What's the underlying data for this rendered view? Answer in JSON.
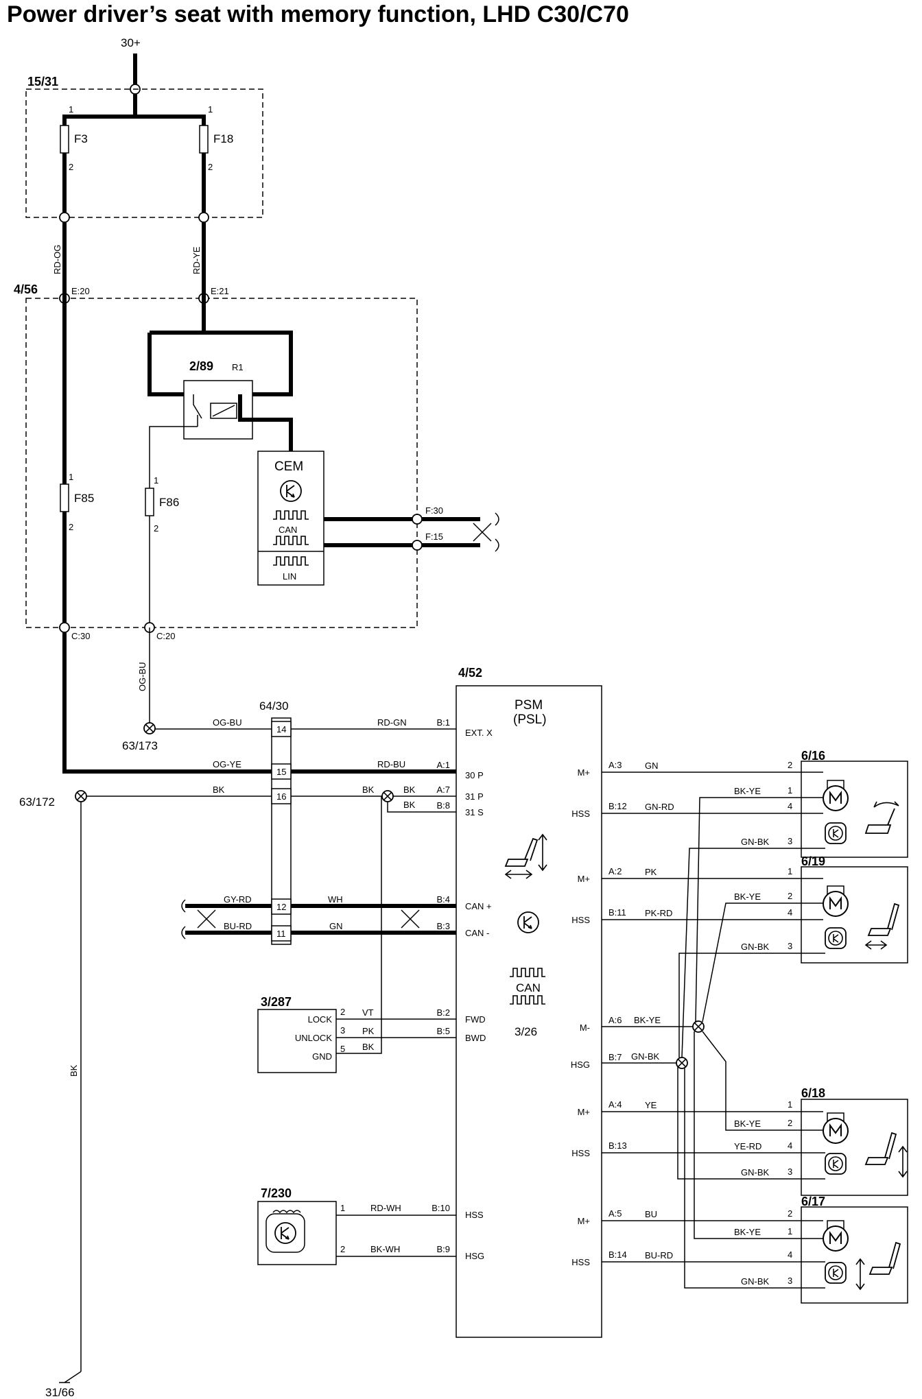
{
  "title": "Power driver’s seat with memory function, LHD C30/C70",
  "supply": "30+",
  "ground": "31/66",
  "fusebox_15_31": {
    "ref": "15/31",
    "fuses": [
      "F3",
      "F18"
    ]
  },
  "cem_4_56": {
    "ref": "4/56",
    "pins": {
      "e20": "E:20",
      "e21": "E:21",
      "c30": "C:30",
      "c20": "C:20",
      "f30": "F:30",
      "f15": "F:15"
    },
    "relay_ref": "2/89",
    "relay": "R1",
    "fuses": [
      "F85",
      "F86"
    ],
    "module": "CEM",
    "bus_can": "CAN",
    "bus_lin": "LIN"
  },
  "wires": {
    "rd_og": "RD-OG",
    "rd_ye": "RD-YE",
    "og_bu": "OG-BU",
    "og_ye": "OG-YE",
    "bk": "BK",
    "rd_gn": "RD-GN",
    "rd_bu": "RD-BU",
    "gy_rd": "GY-RD",
    "wh": "WH",
    "bu_rd": "BU-RD",
    "gn": "GN",
    "vt": "VT",
    "pk": "PK",
    "rd_wh": "RD-WH",
    "bk_wh": "BK-WH",
    "bk_ye": "BK-YE",
    "gn_rd": "GN-RD",
    "gn_bk": "GN-BK",
    "pk_rd": "PK-RD",
    "ye": "YE",
    "ye_rd": "YE-RD",
    "bu": "BU"
  },
  "pin_one": "1",
  "pin_two": "2",
  "ground_points": [
    "63/173",
    "63/172"
  ],
  "connector_64_30": {
    "ref": "64/30",
    "pins": [
      "14",
      "15",
      "16",
      "12",
      "11"
    ]
  },
  "psm": {
    "ref": "4/52",
    "name": "PSM",
    "sub": "(PSL)",
    "id": "3/26",
    "can": "CAN",
    "left_pins": [
      {
        "pin": "B:1",
        "label": "EXT. X"
      },
      {
        "pin": "A:1",
        "label": "30 P"
      },
      {
        "pin": "A:7",
        "label": "31 P"
      },
      {
        "pin": "B:8",
        "label": "31 S"
      },
      {
        "pin": "B:4",
        "label": "CAN +"
      },
      {
        "pin": "B:3",
        "label": "CAN -"
      },
      {
        "pin": "B:2",
        "label": "FWD"
      },
      {
        "pin": "B:5",
        "label": "BWD"
      },
      {
        "pin": "B:10",
        "label": "HSS"
      },
      {
        "pin": "B:9",
        "label": "HSG"
      }
    ],
    "right_pins": [
      {
        "pin": "A:3",
        "label": "M+"
      },
      {
        "pin": "B:12",
        "label": "HSS"
      },
      {
        "pin": "A:2",
        "label": "M+"
      },
      {
        "pin": "B:11",
        "label": "HSS"
      },
      {
        "pin": "A:6",
        "label": "M-"
      },
      {
        "pin": "B:7",
        "label": "HSG"
      },
      {
        "pin": "A:4",
        "label": "M+"
      },
      {
        "pin": "B:13",
        "label": "HSS"
      },
      {
        "pin": "A:5",
        "label": "M+"
      },
      {
        "pin": "B:14",
        "label": "HSS"
      }
    ]
  },
  "switch_3_287": {
    "ref": "3/287",
    "pins": [
      {
        "name": "LOCK",
        "num": "2"
      },
      {
        "name": "UNLOCK",
        "num": "3"
      },
      {
        "name": "GND",
        "num": "5"
      }
    ]
  },
  "sensor_7_230": {
    "ref": "7/230"
  },
  "motors": [
    {
      "ref": "6/16",
      "pins": [
        "2",
        "1",
        "4",
        "3"
      ]
    },
    {
      "ref": "6/19",
      "pins": [
        "1",
        "2",
        "4",
        "3"
      ]
    },
    {
      "ref": "6/18",
      "pins": [
        "1",
        "2",
        "4",
        "3"
      ]
    },
    {
      "ref": "6/17",
      "pins": [
        "2",
        "1",
        "4",
        "3"
      ]
    }
  ]
}
